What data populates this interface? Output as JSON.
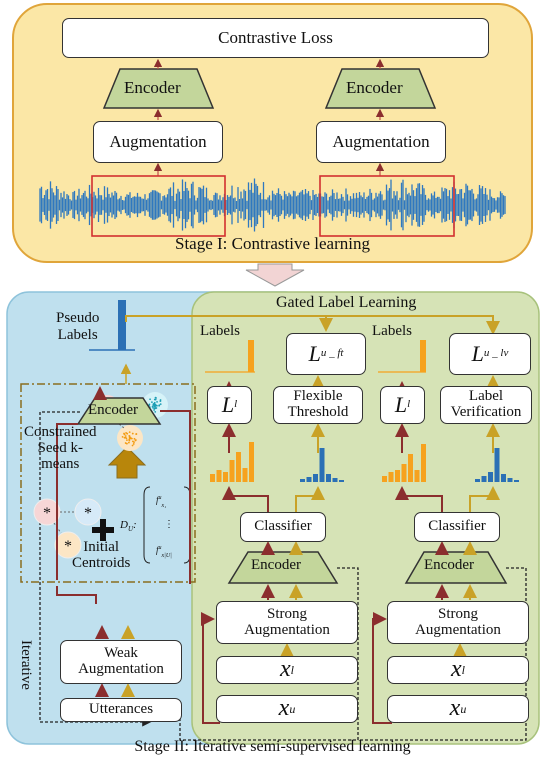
{
  "stage1": {
    "loss": "Contrastive Loss",
    "encoder_left": "Encoder",
    "encoder_right": "Encoder",
    "aug_left": "Augmentation",
    "aug_right": "Augmentation",
    "caption": "Stage I: Contrastive learning"
  },
  "stage2": {
    "caption": "Stage II: Iterative semi-supervised learning",
    "iterative": "Iterative",
    "gated": "Gated Label Learning",
    "pseudo_labels": "Pseudo\nLabels",
    "constrained": "Constrained\nSeed k-\nmeans",
    "initial_centroids": "Initial\nCentroids",
    "d_symbol": "D",
    "d_sub": "U",
    "encoder": "Encoder",
    "weak_aug": "Weak\nAugmentation",
    "utterances": "Utterances",
    "left_branch": {
      "labels": "Labels",
      "loss_unlabeled": "L",
      "loss_unlabeled_sub": "u _ ft",
      "loss_labeled": "L",
      "loss_labeled_sub": "l",
      "threshold": "Flexible\nThreshold",
      "classifier": "Classifier",
      "encoder": "Encoder",
      "strong_aug": "Strong\nAugmentation",
      "xl": "x",
      "xl_sup": "l",
      "xu": "x",
      "xu_sup": "u"
    },
    "right_branch": {
      "labels": "Labels",
      "loss_unlabeled": "L",
      "loss_unlabeled_sub": "u _ lv",
      "loss_labeled": "L",
      "loss_labeled_sub": "l",
      "verification": "Label\nVerification",
      "classifier": "Classifier",
      "encoder": "Encoder",
      "strong_aug": "Strong\nAugmentation",
      "xl": "x",
      "xl_sup": "l",
      "xu": "x",
      "xu_sup": "u"
    }
  },
  "colors": {
    "stage1_bg": "#FBE7A6",
    "stage1_border": "#E0A53A",
    "blue_panel": "#BFE0EE",
    "green_panel": "#D6E3B6",
    "encoder_fill": "#C3D69B",
    "arrow_red": "#8B2E2E",
    "arrow_gold": "#C9A227",
    "bar_orange": "#F6A21E",
    "bar_blue": "#2B70B5",
    "wave": "#2F78BF"
  }
}
